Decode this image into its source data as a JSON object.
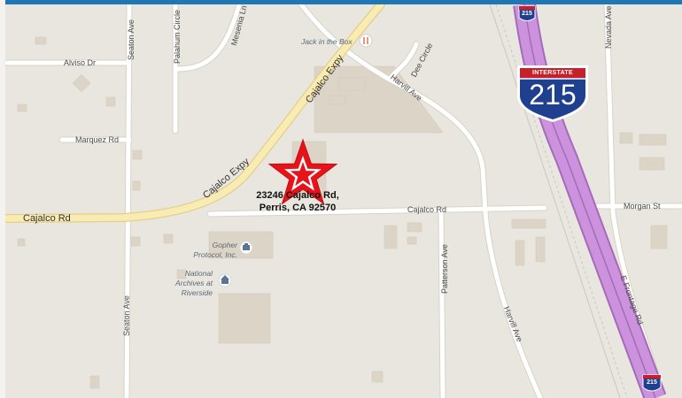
{
  "marker": {
    "address_line1": "23246 Cajalco Rd,",
    "address_line2": "Perris, CA 92570",
    "star_color": "#e8121a"
  },
  "streets": {
    "alviso": "Alviso Dr",
    "marquez": "Marquez Rd",
    "cajalco_rd_w": "Cajalco Rd",
    "cajalco_rd_e": "Cajalco Rd",
    "cajalco_expy_1": "Cajalco Expy",
    "cajalco_expy_2": "Cajalco Expy",
    "seaton_ave_n": "Seaton Ave",
    "seaton_ave_s": "Seaton Ave",
    "palahum": "Palahum Circle",
    "mesenia": "Mesenia Ln",
    "harvill_n": "Harvill Ave",
    "harvill_s": "Harvill Ave",
    "dee": "Dee Circle",
    "patterson": "Patterson Ave",
    "nevada": "Nevada Ave",
    "morgan": "Morgan St",
    "e_frontage": "E Frontage Rd"
  },
  "pois": {
    "jack": "Jack in the Box",
    "gopher_1": "Gopher",
    "gopher_2": "Protocol, Inc.",
    "archives_1": "National",
    "archives_2": "Archives at",
    "archives_3": "Riverside"
  },
  "interstate": {
    "label": "INTERSTATE",
    "number": "215",
    "small_number": "215"
  },
  "colors": {
    "land": "#e9e6df",
    "road": "#ffffff",
    "highway": "#f5e6a8",
    "interstate": "#c98ed8",
    "building": "#d9d0c0",
    "shield_blue": "#1f3f8f",
    "shield_red": "#c8202a"
  }
}
